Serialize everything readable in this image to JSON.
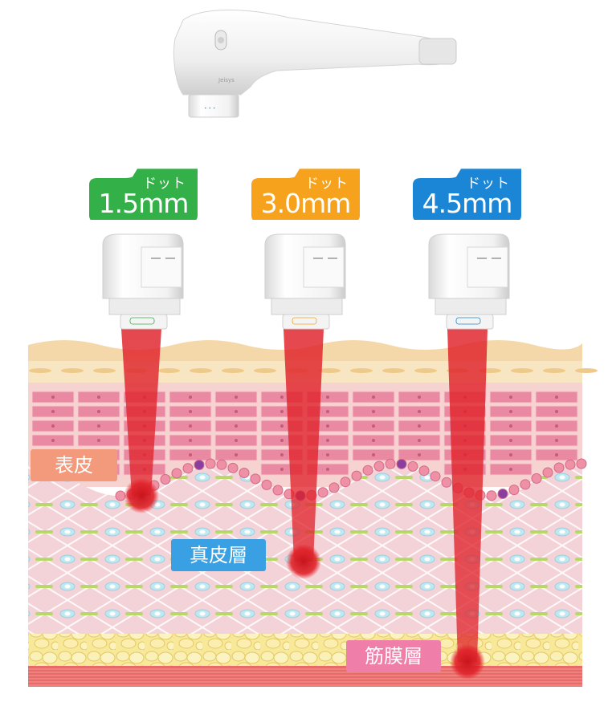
{
  "tips": [
    {
      "top": "ドット",
      "value": "1.5mm",
      "color": "#33b047"
    },
    {
      "top": "ドット",
      "value": "3.0mm",
      "color": "#f6a21d"
    },
    {
      "top": "ドット",
      "value": "4.5mm",
      "color": "#1b86d6"
    }
  ],
  "layers": {
    "epidermis": "表皮",
    "dermis": "真皮層",
    "smas": "筋膜層"
  },
  "device_brand": "Jeisys",
  "tip_marking": "• • •",
  "colors": {
    "beam": "#e0232b",
    "epidermis_label": "#f39a7c",
    "dermis_label": "#3aa0e4",
    "smas_label": "#ef7fa8"
  }
}
